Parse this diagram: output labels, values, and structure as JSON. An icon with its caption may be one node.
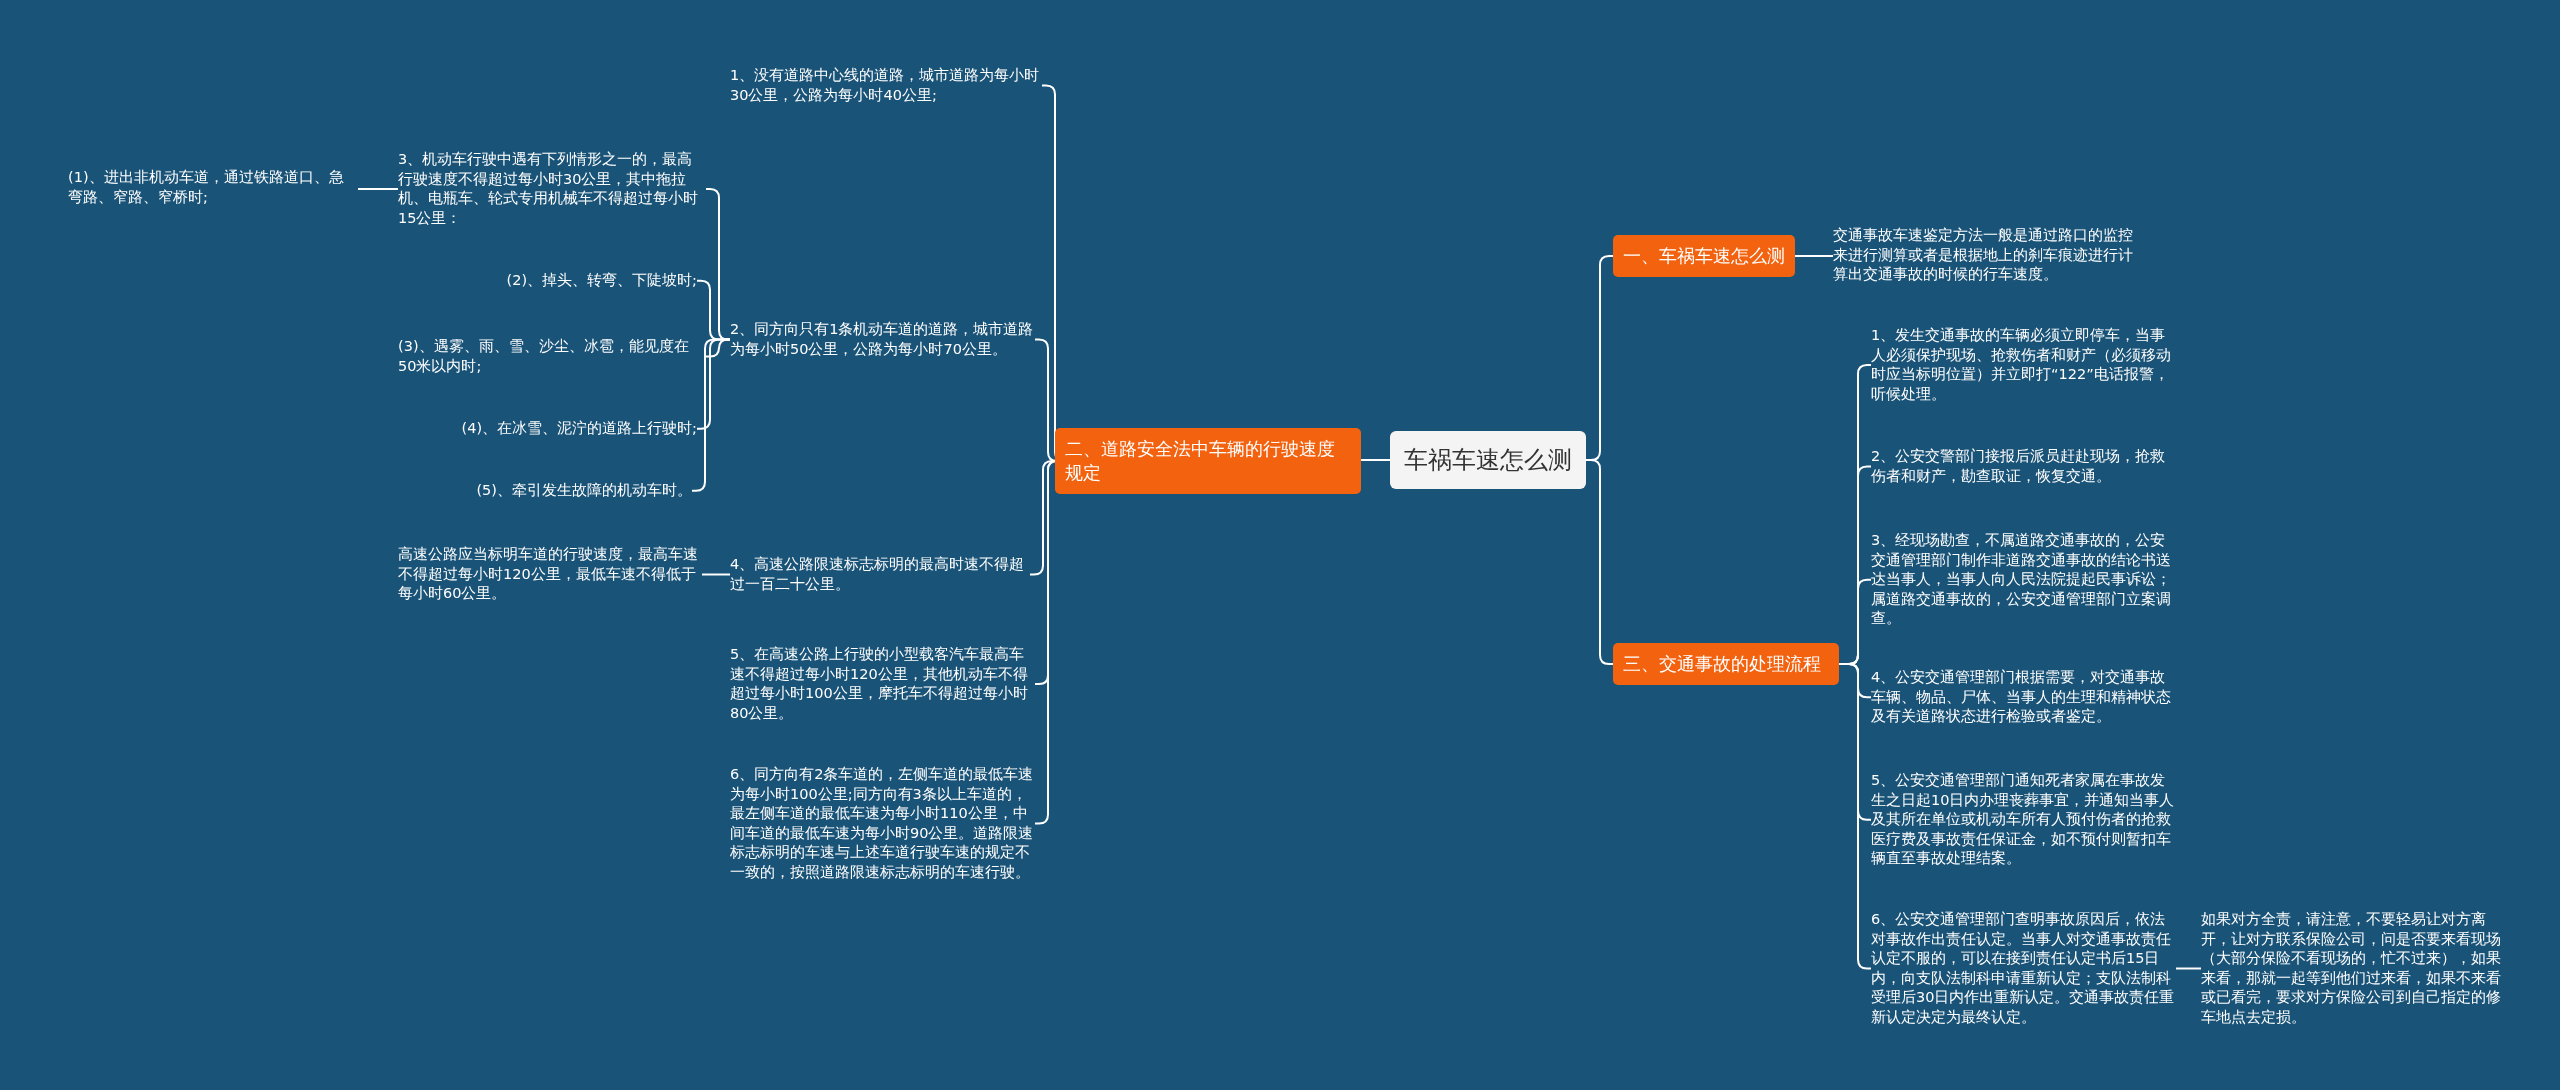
{
  "diagram": {
    "nodes": [
      {
        "text": [
          "车祸车速怎么测"
        ]
      },
      {
        "text": [
          "一、车祸车速怎么测"
        ]
      },
      {
        "text": [
          "交通事故车速鉴定方法一般是通过路口的监控来进行测算或者是根据地上的刹车痕迹进行计算出交通事故的时候的行车速度。"
        ]
      },
      {
        "text": [
          "三、交通事故的处理流程"
        ]
      },
      {
        "text": [
          "1、发生交通事故的车辆必须立即停车，当事人必须保护现场、抢救伤者和财产（必须移动时应当标明位置）并立即打“122”电话报警，听候处理。"
        ]
      },
      {
        "text": [
          "2、公安交警部门接报后派员赶赴现场，抢救伤者和财产，勘查取证，恢复交通。"
        ]
      },
      {
        "text": [
          "3、经现场勘查，不属道路交通事故的，公安交通管理部门制作非道路交通事故的结论书送达当事人，当事人向人民法院提起民事诉讼；属道路交通事故的，公安交通管理部门立案调查。"
        ]
      },
      {
        "text": [
          "4、公安交通管理部门根据需要，对交通事故车辆、物品、尸体、当事人的生理和精神状态及有关道路状态进行检验或者鉴定。"
        ]
      },
      {
        "text": [
          "5、公安交通管理部门通知死者家属在事故发生之日起10日内办理丧葬事宜，并通知当事人及其所在单位或机动车所有人预付伤者的抢救医疗费及事故责任保证金，如不预付则暂扣车辆直至事故处理结案。"
        ]
      },
      {
        "text": [
          "6、公安交通管理部门查明事故原因后，依法对事故作出责任认定。当事人对交通事故责任认定不服的，可以在接到责任认定书后15日内，向支队法制科申请重新认定；支队法制科受理后30日内作出重新认定。交通事故责任重新认定决定为最终认定。"
        ]
      },
      {
        "text": [
          "如果对方全责，请注意，不要轻易让对方离开，让对方联系保险公司，问是否要来看现场（大部分保险不看现场的，忙不过来），如果来看，那就一起等到他们过来看，如果不来看或已看完，要求对方保险公司到自己指定的修车地点去定损。"
        ]
      },
      {
        "text": [
          "二、道路安全法中车辆的行驶速度规定"
        ]
      },
      {
        "text": [
          "1、没有道路中心线的道路，城市道路为每小时30公里，公路为每小时40公里;"
        ]
      },
      {
        "text": [
          "2、同方向只有1条机动车道的道路，城市道路为每小时50公里，公路为每小时70公里。"
        ]
      },
      {
        "text": [
          "3、机动车行驶中遇有下列情形之一的，最高行驶速度不得超过每小时30公里，其中拖拉机、电瓶车、轮式专用机械车不得超过每小时15公里："
        ]
      },
      {
        "text": [
          "(1)、进出非机动车道，通过铁路道口、急弯路、窄路、窄桥时;"
        ]
      },
      {
        "text": [
          "(2)、掉头、转弯、下陡坡时;"
        ]
      },
      {
        "text": [
          "(3)、遇雾、雨、雪、沙尘、冰雹，能见度在50米以内时;"
        ]
      },
      {
        "text": [
          "(4)、在冰雪、泥泞的道路上行驶时;"
        ]
      },
      {
        "text": [
          "(5)、牵引发生故障的机动车时。"
        ]
      },
      {
        "text": [
          "4、高速公路限速标志标明的最高时速不得超过一百二十公里。"
        ]
      },
      {
        "text": [
          "高速公路应当标明车道的行驶速度，最高车速不得超过每小时120公里，最低车速不得低于每小时60公里。"
        ]
      },
      {
        "text": [
          "5、在高速公路上行驶的小型载客汽车最高车速不得超过每小时120公里，其他机动车不得超过每小时100公里，摩托车不得超过每小时80公里。"
        ]
      },
      {
        "text": [
          "6、同方向有2条车道的，左侧车道的最低车速为每小时100公里;同方向有3条以上车道的，最左侧车道的最低车速为每小时110公里，中间车道的最低车速为每小时90公里。道路限速标志标明的车速与上述车道行驶车速的规定不一致的，按照道路限速标志标明的车速行驶。"
        ]
      }
    ],
    "edges": [
      {
        "from": 0,
        "to": 1,
        "arrow": "none"
      },
      {
        "from": 0,
        "to": 3,
        "arrow": "none"
      },
      {
        "from": 0,
        "to": 11,
        "arrow": "none"
      },
      {
        "from": 1,
        "to": 2,
        "arrow": "none"
      },
      {
        "from": 3,
        "to": 4,
        "arrow": "none"
      },
      {
        "from": 3,
        "to": 5,
        "arrow": "none"
      },
      {
        "from": 3,
        "to": 6,
        "arrow": "none"
      },
      {
        "from": 3,
        "to": 7,
        "arrow": "none"
      },
      {
        "from": 3,
        "to": 8,
        "arrow": "none"
      },
      {
        "from": 3,
        "to": 9,
        "arrow": "none"
      },
      {
        "from": 9,
        "to": 10,
        "arrow": "none"
      },
      {
        "from": 11,
        "to": 12,
        "arrow": "none"
      },
      {
        "from": 11,
        "to": 13,
        "arrow": "none"
      },
      {
        "from": 11,
        "to": 20,
        "arrow": "none"
      },
      {
        "from": 11,
        "to": 22,
        "arrow": "none"
      },
      {
        "from": 11,
        "to": 23,
        "arrow": "none"
      },
      {
        "from": 13,
        "to": 14,
        "arrow": "none"
      },
      {
        "from": 13,
        "to": 16,
        "arrow": "none"
      },
      {
        "from": 13,
        "to": 17,
        "arrow": "none"
      },
      {
        "from": 13,
        "to": 18,
        "arrow": "none"
      },
      {
        "from": 13,
        "to": 19,
        "arrow": "none"
      },
      {
        "from": 14,
        "to": 15,
        "arrow": "none"
      },
      {
        "from": 20,
        "to": 21,
        "arrow": "none"
      }
    ]
  }
}
